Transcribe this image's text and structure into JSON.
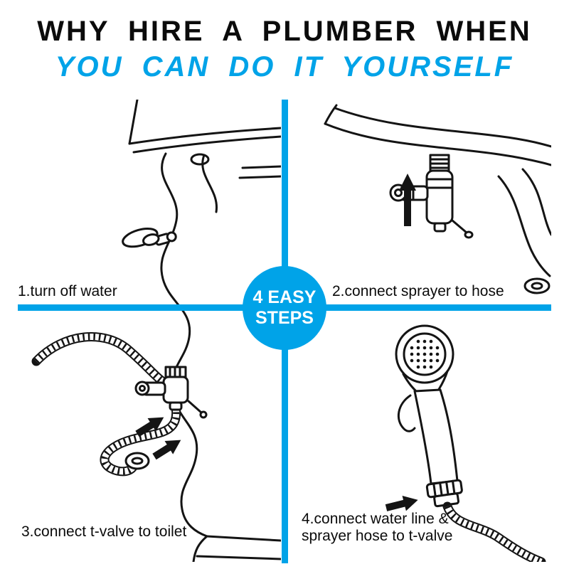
{
  "colors": {
    "accent": "#00a3e8",
    "ink": "#0b0b0b",
    "badge_text": "#ffffff"
  },
  "title": {
    "line1": "WHY HIRE A PLUMBER WHEN",
    "line2": "YOU CAN DO IT YOURSELF"
  },
  "badge": {
    "line1": "4 EASY",
    "line2": "STEPS"
  },
  "steps": [
    {
      "id": 1,
      "label": "1.turn off water"
    },
    {
      "id": 2,
      "label": "2.connect sprayer to hose"
    },
    {
      "id": 3,
      "label": "3.connect t-valve to toilet"
    },
    {
      "id": 4,
      "label": "4.connect water line &\nsprayer hose to t-valve"
    }
  ],
  "illustrations": {
    "left": "toilet-with-shutoff-valve-and-braided-hose",
    "top_right": "t-valve-installed-under-tank",
    "bottom_right": "handheld-bidet-sprayer-with-hose"
  }
}
